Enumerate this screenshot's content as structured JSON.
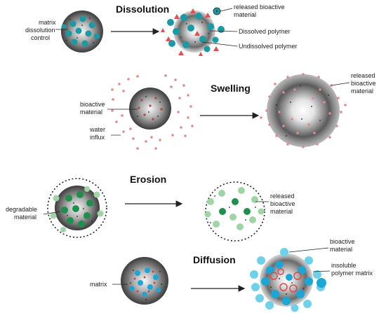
{
  "panels": {
    "dissolution": {
      "title": "Dissolution",
      "labels": [
        "matrix",
        "dissolution",
        "control",
        "released bioactive",
        "material",
        "Dissolved polymer",
        "Undissolved polymer"
      ]
    },
    "swelling": {
      "title": "Swelling",
      "labels": [
        "bioactive",
        "material",
        "water",
        "influx",
        "released",
        "bioactive",
        "material"
      ]
    },
    "erosion": {
      "title": "Erosion",
      "labels": [
        "degradable",
        "material",
        "released",
        "bioactive",
        "material"
      ]
    },
    "diffusion": {
      "title": "Diffusion",
      "labels": [
        "matrix",
        "bioactive",
        "material",
        "insoluble",
        "polymer matrix"
      ]
    }
  },
  "colors": {
    "matrix_gradient_center": "#f4f4f4",
    "matrix_gradient_edge": "#3a3a3a",
    "teal_particle": "#1a9aa4",
    "dissolved_polymer": "#e05050",
    "red_dot": "#d96b6b",
    "green_dark": "#1f8f4e",
    "green_light": "#9fd4a6",
    "blue_particle": "#1aa7d8",
    "blue_light": "#6fd0ea"
  }
}
